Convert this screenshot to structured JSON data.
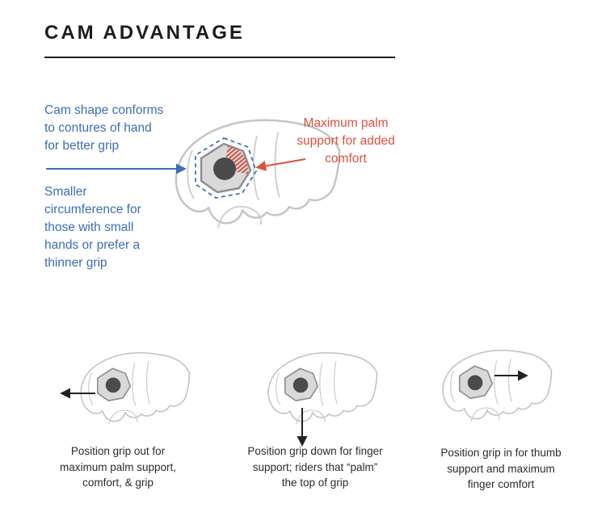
{
  "title": "CAM ADVANTAGE",
  "colors": {
    "accent_blue": "#3d6db5",
    "accent_red": "#dc5140",
    "heading": "#1c1c1c",
    "hand_outline": "#c5c5c5",
    "grip_fill": "#d9d9d9",
    "grip_stroke": "#8f8f8f",
    "grip_core": "#4b4b4b",
    "figure_arrow": "#222222"
  },
  "annotations": {
    "cam_shape": "Cam shape conforms\nto contures of hand\nfor better grip",
    "smaller_circumference": "Smaller\ncircumference for\nthose with small\nhands or prefer a\nthinner grip",
    "palm_support": "Maximum palm\nsupport for added\ncomfort"
  },
  "figures": [
    {
      "arrow": "left",
      "caption": "Position grip out for\nmaximum palm support,\ncomfort, & grip"
    },
    {
      "arrow": "down",
      "caption": "Position grip down for finger\nsupport; riders that “palm”\nthe top of grip"
    },
    {
      "arrow": "right",
      "caption": "Position grip in for thumb\nsupport and maximum\nfinger comfort"
    }
  ]
}
